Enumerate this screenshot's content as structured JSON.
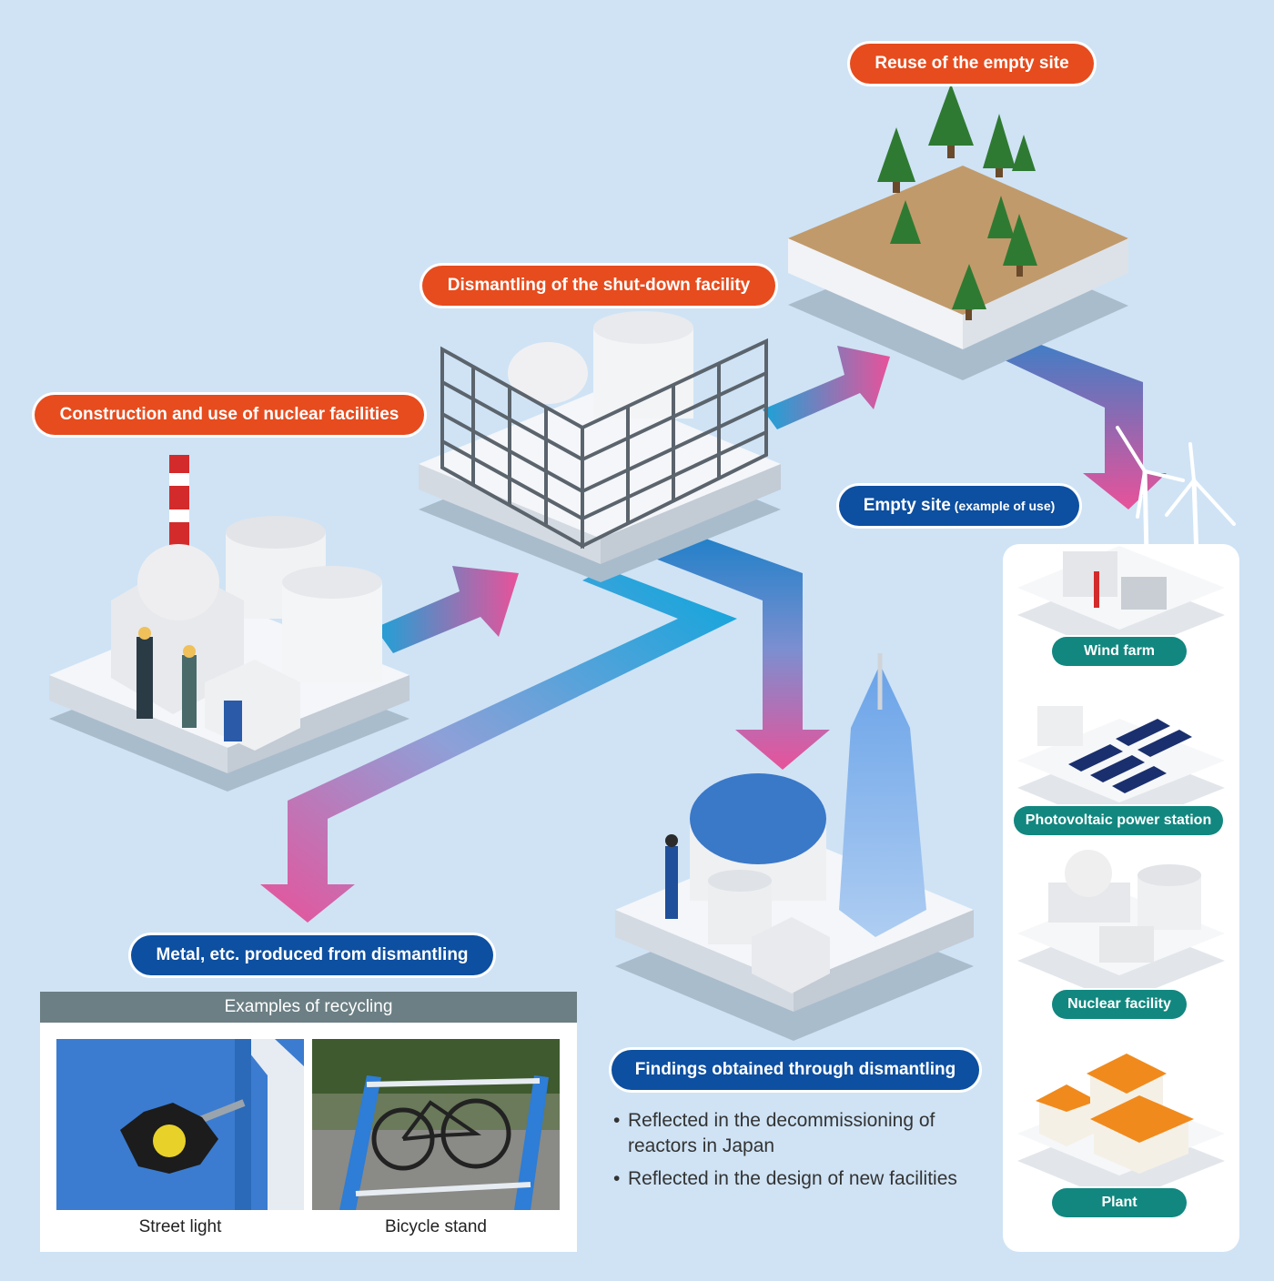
{
  "labels": {
    "construction": "Construction and use of nuclear facilities",
    "dismantling": "Dismantling of the shut-down facility",
    "reuse": "Reuse of the empty site",
    "empty_site": "Empty site",
    "empty_site_small": "(example of use)",
    "metal": "Metal, etc. produced from dismantling",
    "findings": "Findings obtained through dismantling"
  },
  "site_uses": [
    "Wind farm",
    "Photovoltaic power station",
    "Nuclear facility",
    "Plant"
  ],
  "recycling": {
    "header": "Examples of recycling",
    "items": [
      "Street light",
      "Bicycle stand"
    ]
  },
  "findings_items": [
    "Reflected in the decommissioning of reactors in Japan",
    "Reflected in the design of new facilities"
  ],
  "colors": {
    "background": "#cfe3f5",
    "orange_label": "#e64c1e",
    "blue_label": "#0d4fa0",
    "teal_tag": "#11877f",
    "arrow_pink": "#e8529a",
    "arrow_cyan": "#1aa3d8"
  }
}
